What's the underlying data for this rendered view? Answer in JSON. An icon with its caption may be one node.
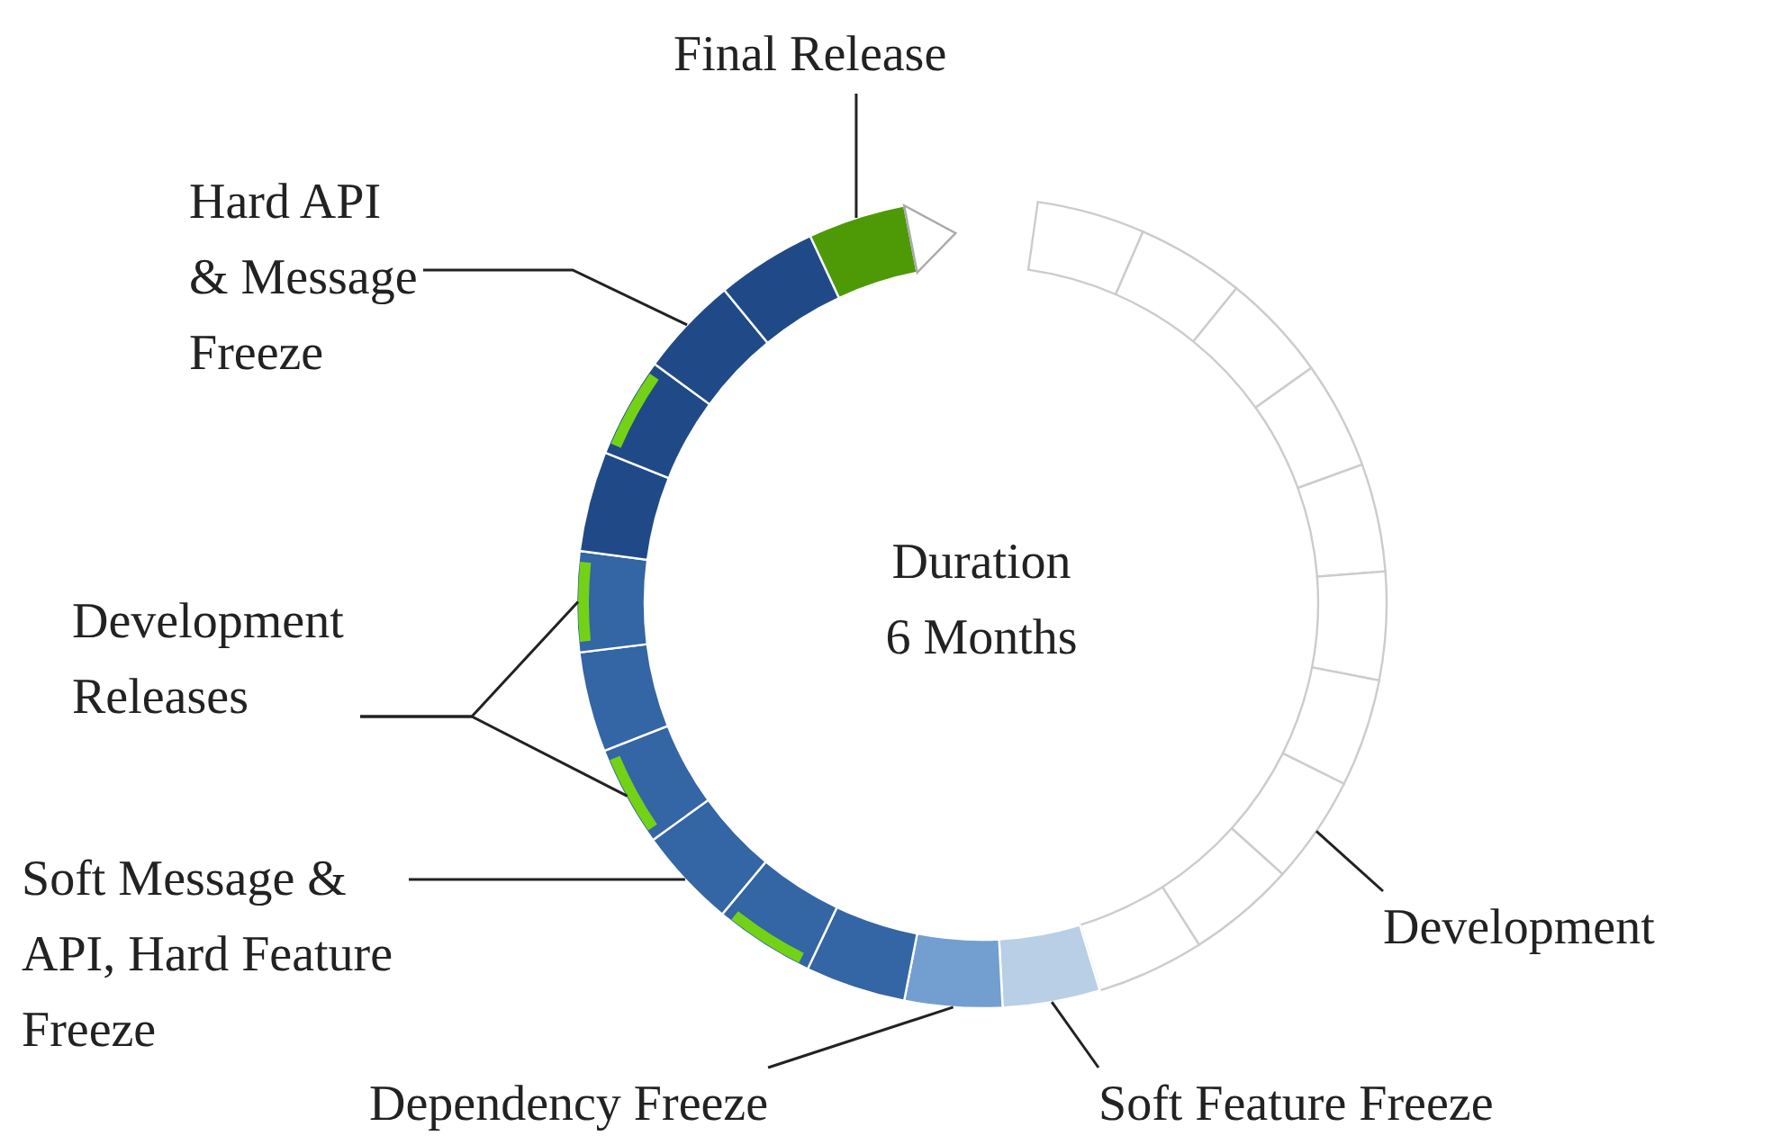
{
  "diagram": {
    "nodes": [
      {
        "text": [
          "Final Release"
        ]
      },
      {
        "text": [
          "Hard API & Message Freeze"
        ]
      },
      {
        "text": [
          "Development Releases"
        ]
      },
      {
        "text": [
          "Soft Message & API, Hard Feature Freeze"
        ]
      },
      {
        "text": [
          "Dependency Freeze"
        ]
      },
      {
        "text": [
          "Soft Feature Freeze"
        ]
      },
      {
        "text": [
          "Development"
        ]
      },
      {
        "text": [],
        "shape": "bar"
      },
      {
        "text": [],
        "shape": "bar"
      },
      {
        "text": [],
        "shape": "bar"
      },
      {
        "text": [],
        "shape": "bar"
      },
      {
        "text": [],
        "shape": "bar"
      },
      {
        "text": [],
        "shape": "bar"
      },
      {
        "text": [],
        "shape": "bar"
      },
      {
        "text": [],
        "shape": "bar"
      },
      {
        "text": [],
        "shape": "bar"
      },
      {
        "text": [],
        "shape": "bar"
      },
      {
        "text": [],
        "shape": "bar"
      },
      {
        "text": [],
        "shape": "bar"
      },
      {
        "text": [],
        "shape": "bar"
      },
      {
        "text": [],
        "shape": "bar"
      },
      {
        "text": [],
        "shape": "bar"
      },
      {
        "text": [],
        "shape": "bar"
      },
      {
        "text": [],
        "shape": "bar"
      },
      {
        "text": [],
        "shape": "bar"
      },
      {
        "text": [],
        "shape": "bar"
      },
      {
        "text": [],
        "shape": "bar"
      },
      {
        "text": [],
        "shape": "bar"
      },
      {
        "text": [],
        "shape": "bar"
      },
      {
        "text": [],
        "shape": "bar"
      },
      {
        "text": [],
        "shape": "bar",
        "in": 26
      },
      {
        "text": [],
        "shape": "bar",
        "in": 24
      },
      {
        "text": [],
        "shape": "bar",
        "in": 22
      },
      {
        "text": [],
        "shape": "bar",
        "in": 20
      }
    ],
    "edges": [
      {
        "from": 0,
        "to": 29,
        "arrow": "none"
      },
      {
        "from": 1,
        "to": 27,
        "arrow": "none"
      },
      {
        "from": 2,
        "to": 31,
        "arrow": "none"
      },
      {
        "from": 2,
        "to": 32,
        "arrow": "none"
      },
      {
        "from": 3,
        "to": 21,
        "arrow": "none"
      },
      {
        "from": 4,
        "to": 18,
        "arrow": "none"
      },
      {
        "from": 5,
        "to": 17,
        "arrow": "none"
      },
      {
        "from": 6,
        "to": 14,
        "arrow": "none"
      }
    ],
    "labels": [
      "Duration 6 Months"
    ]
  }
}
